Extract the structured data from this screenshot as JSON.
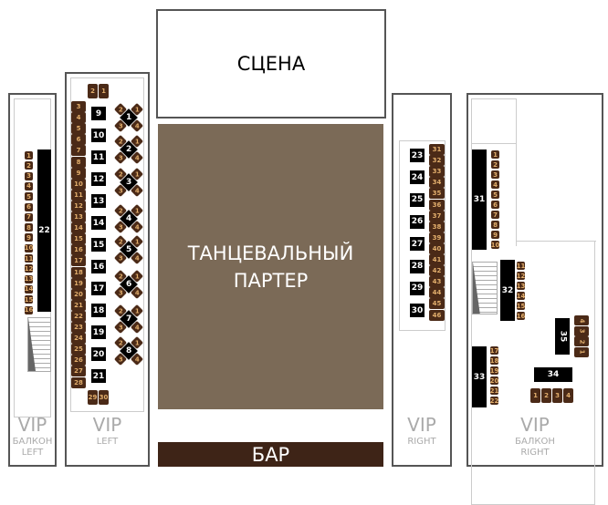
{
  "stage": {
    "label": "СЦЕНА"
  },
  "dancefloor": {
    "line1": "ТАНЦЕВАЛЬНЫЙ",
    "line2": "ПАРТЕР"
  },
  "bar": {
    "label": "БАР"
  },
  "colors": {
    "seat": "#4b2a17",
    "seat_text": "#e2ae6c",
    "table": "#000000",
    "dancefloor": "#7b6a57",
    "bar": "#3e2417"
  },
  "balcony_left": {
    "vip": "VIP",
    "sub1": "БАЛКОН",
    "sub2": "LEFT",
    "table": "22",
    "seats": [
      "1",
      "2",
      "3",
      "4",
      "5",
      "6",
      "7",
      "8",
      "9",
      "10",
      "11",
      "12",
      "13",
      "14",
      "15",
      "16"
    ]
  },
  "vip_left": {
    "vip": "VIP",
    "sub": "LEFT",
    "top_seats": [
      "2",
      "1"
    ],
    "side_seats": [
      "3",
      "4",
      "5",
      "6",
      "7",
      "8",
      "9",
      "10",
      "11",
      "12",
      "13",
      "14",
      "15",
      "16",
      "17",
      "18",
      "19",
      "20",
      "21",
      "22",
      "23",
      "24",
      "25",
      "26",
      "27",
      "28"
    ],
    "tables": [
      "9",
      "10",
      "11",
      "12",
      "13",
      "14",
      "15",
      "16",
      "17",
      "18",
      "19",
      "20",
      "21"
    ],
    "diamond_tables": [
      "1",
      "2",
      "3",
      "4",
      "5",
      "6",
      "7",
      "8"
    ],
    "diamond_seats": [
      "2",
      "1",
      "3",
      "4"
    ],
    "bottom_seats": [
      "29",
      "30"
    ]
  },
  "vip_right": {
    "vip": "VIP",
    "sub": "RIGHT",
    "tables": [
      "23",
      "24",
      "25",
      "26",
      "27",
      "28",
      "29",
      "30"
    ],
    "seats": [
      "31",
      "32",
      "33",
      "34",
      "35",
      "36",
      "37",
      "38",
      "39",
      "40",
      "41",
      "42",
      "43",
      "44",
      "45",
      "46"
    ]
  },
  "balcony_right": {
    "vip": "VIP",
    "sub1": "БАЛКОН",
    "sub2": "RIGHT",
    "t31": "31",
    "s31": [
      "1",
      "2",
      "3",
      "4",
      "5",
      "6",
      "7",
      "8",
      "9",
      "10"
    ],
    "t32": "32",
    "s32": [
      "11",
      "12",
      "13",
      "14",
      "15",
      "16"
    ],
    "t33": "33",
    "s33": [
      "17",
      "18",
      "19",
      "20",
      "21",
      "22"
    ],
    "t35": "35",
    "s35": [
      "4",
      "3",
      "2",
      "1"
    ],
    "t34": "34",
    "s34": [
      "1",
      "2",
      "3",
      "4"
    ]
  }
}
